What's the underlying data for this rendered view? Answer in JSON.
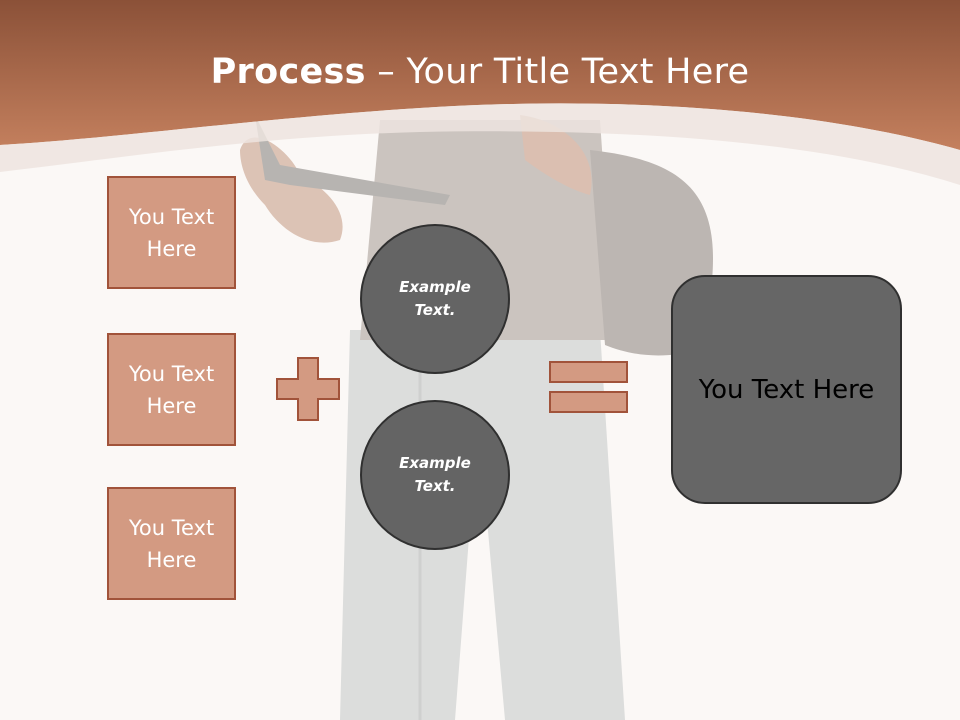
{
  "header": {
    "title_bold": "Process",
    "title_rest": " – Your Title Text Here"
  },
  "boxes": [
    {
      "line1": "You Text",
      "line2": "Here"
    },
    {
      "line1": "You Text",
      "line2": "Here"
    },
    {
      "line1": "You Text",
      "line2": "Here"
    }
  ],
  "circles": [
    {
      "line1": "Example",
      "line2": "Text."
    },
    {
      "line1": "Example",
      "line2": "Text."
    }
  ],
  "result": {
    "label": "You Text Here"
  },
  "colors": {
    "header_brown": "#a85f3e",
    "box_fill": "#d39a82",
    "box_border": "#a1533a",
    "circle_fill": "#646464",
    "result_fill": "#666666"
  },
  "icons": {
    "plus": "plus-icon",
    "equals": "equals-icon"
  }
}
